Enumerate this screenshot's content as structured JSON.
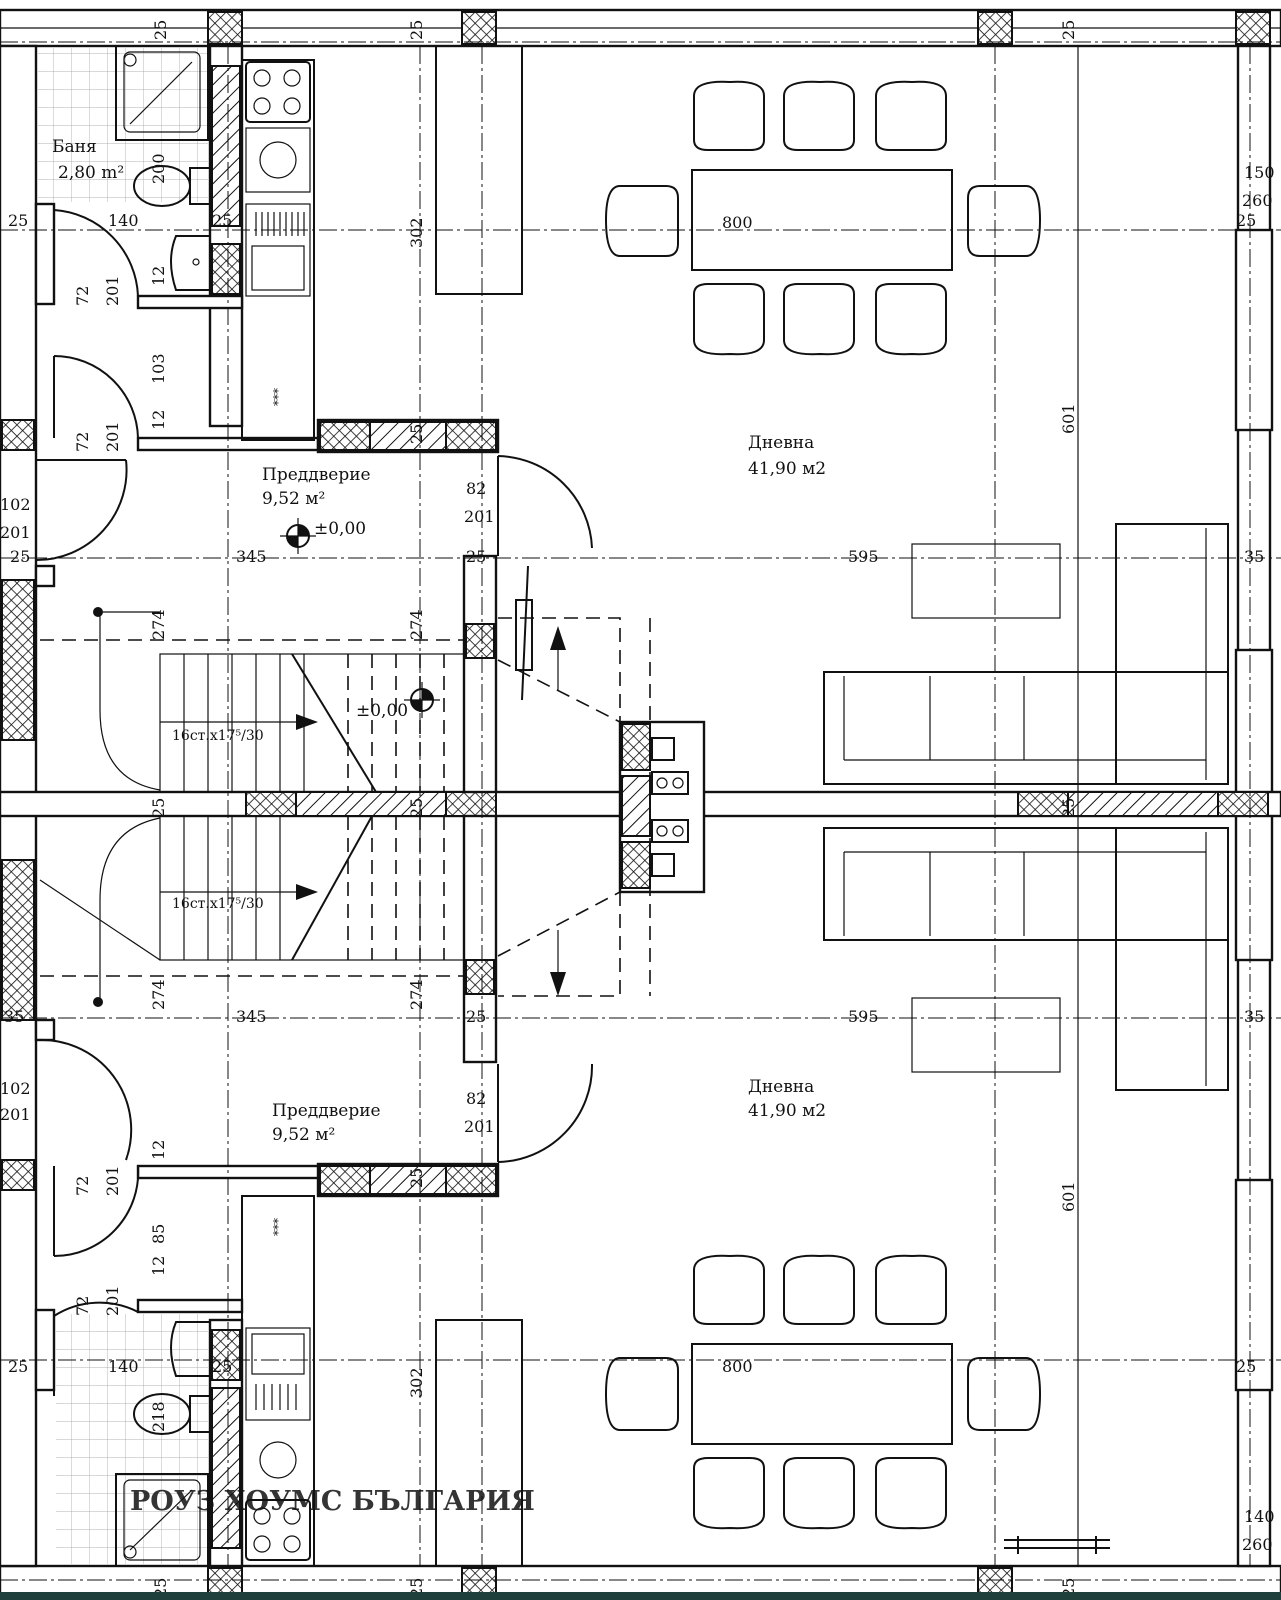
{
  "rooms": {
    "bath_top": {
      "name": "Баня",
      "area": "2,80 m²"
    },
    "hall_top": {
      "name": "Преддверие",
      "area": "9,52 м²"
    },
    "living_top": {
      "name": "Дневна",
      "area": "41,90 м2"
    },
    "hall_bottom": {
      "name": "Преддверие",
      "area": "9,52 м²"
    },
    "living_bottom": {
      "name": "Дневна",
      "area": "41,90 м2"
    }
  },
  "levels": {
    "hall_top": "±0,00",
    "stair_top": "±0,00"
  },
  "stairs": {
    "top": "16ст.х17⁵/30",
    "bottom": "16ст.х17⁵/30"
  },
  "dimensions": {
    "d25": "25",
    "d302": "302",
    "d601": "601",
    "d345": "345",
    "d595": "595",
    "d274": "274",
    "d200": "200",
    "d140": "140",
    "d218": "218",
    "d12": "12",
    "d103": "103",
    "d85": "85",
    "d72": "72",
    "d201": "201",
    "d82": "82",
    "d102": "102",
    "d35": "35",
    "d150": "150",
    "d260": "260",
    "d140r": "140",
    "d800": "800",
    "w3": "***"
  },
  "watermark": {
    "text": "РОУЗ ХОУМС БЪЛГАРИЯ",
    "color": "#e05a6a"
  },
  "colors": {
    "line": "#111111",
    "bottom_bar": "#1f3f3c"
  }
}
